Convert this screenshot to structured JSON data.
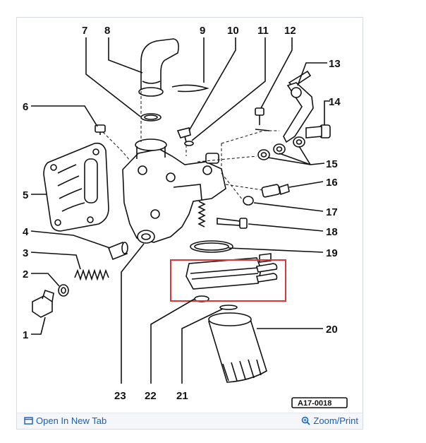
{
  "diagram": {
    "labels": [
      "1",
      "2",
      "3",
      "4",
      "5",
      "6",
      "7",
      "8",
      "9",
      "10",
      "11",
      "12",
      "13",
      "14",
      "15",
      "16",
      "17",
      "18",
      "19",
      "20",
      "21",
      "22",
      "23"
    ],
    "reference_code": "A17-0018"
  },
  "toolbar": {
    "open_new_tab": "Open In New Tab",
    "zoom_print": "Zoom/Print",
    "open_icon": "external-window-icon",
    "zoom_icon": "magnifier-icon"
  },
  "colors": {
    "link": "#1a5fb4",
    "highlight": "#d9363e",
    "frame": "#d6dbe3"
  }
}
